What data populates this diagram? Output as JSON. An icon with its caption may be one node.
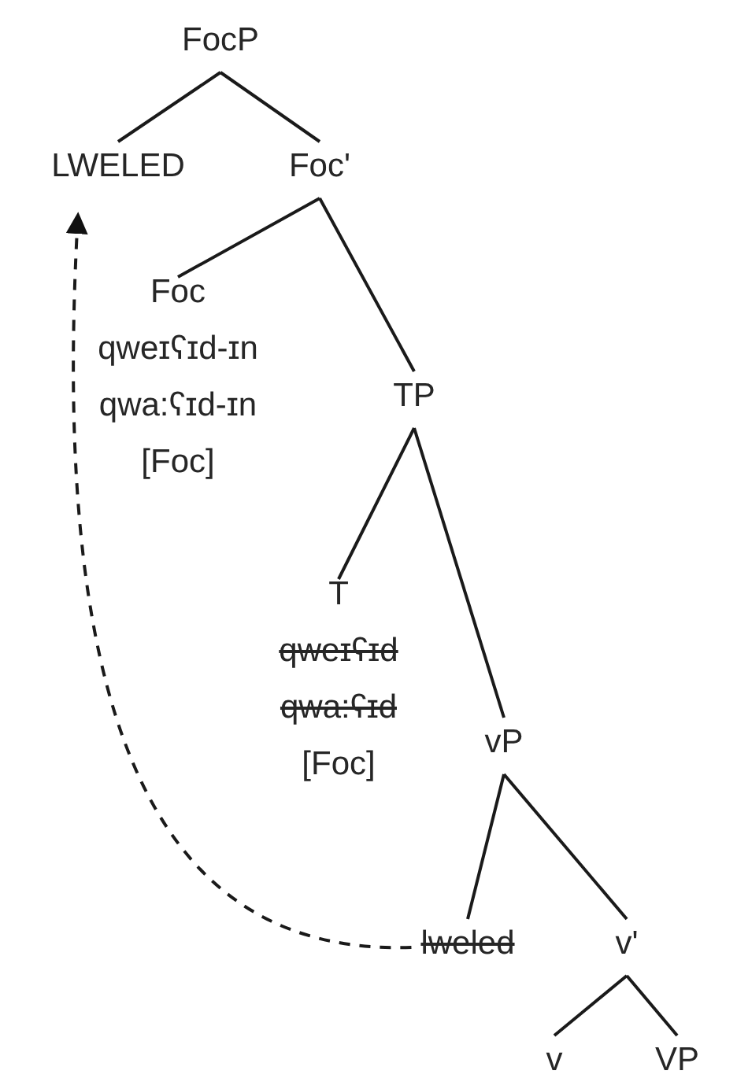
{
  "diagram": {
    "nodes": [
      {
        "text": [
          "FocP"
        ]
      },
      {
        "text": [
          "LWELED"
        ]
      },
      {
        "text": [
          "Foc'"
        ]
      },
      {
        "text": [
          "Foc",
          "qweɪʕɪd-ɪn",
          "qwa:ʕɪd-ɪn",
          "[Foc]"
        ]
      },
      {
        "text": [
          "TP"
        ]
      },
      {
        "text": [
          "T",
          "qweɪʕɪd",
          "qwa:ʕɪd",
          "[Foc]"
        ]
      },
      {
        "text": [
          "vP"
        ]
      },
      {
        "text": [
          "lweled"
        ]
      },
      {
        "text": [
          "v'"
        ]
      },
      {
        "text": [
          "v"
        ]
      },
      {
        "text": [
          "VP"
        ]
      }
    ],
    "edges": [
      {
        "from": 0,
        "to": 1,
        "arrow": "none"
      },
      {
        "from": 0,
        "to": 2,
        "arrow": "none"
      },
      {
        "from": 2,
        "to": 3,
        "arrow": "none"
      },
      {
        "from": 2,
        "to": 4,
        "arrow": "none"
      },
      {
        "from": 4,
        "to": 5,
        "arrow": "none"
      },
      {
        "from": 4,
        "to": 6,
        "arrow": "none"
      },
      {
        "from": 6,
        "to": 7,
        "arrow": "none"
      },
      {
        "from": 6,
        "to": 8,
        "arrow": "none"
      },
      {
        "from": 8,
        "to": 9,
        "arrow": "none"
      },
      {
        "from": 8,
        "to": 10,
        "arrow": "none"
      },
      {
        "from": 7,
        "to": 1,
        "arrow": "to",
        "style": "dashed"
      }
    ]
  }
}
